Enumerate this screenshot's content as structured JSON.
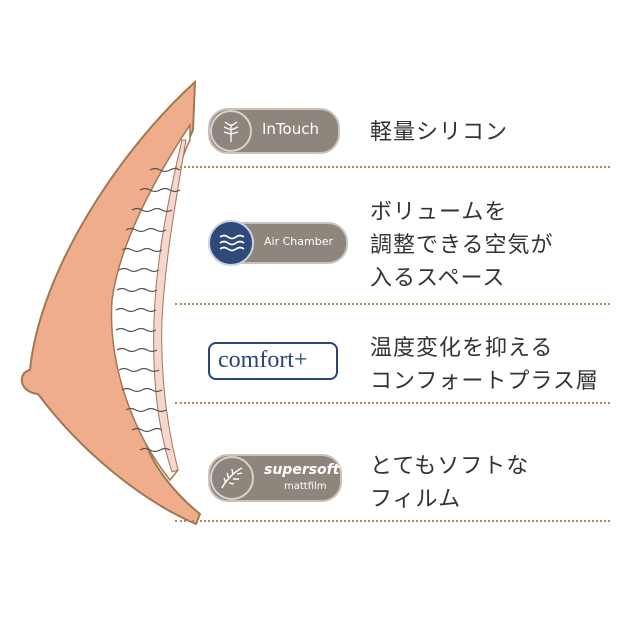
{
  "features": [
    {
      "badge_text": "InTouch",
      "description": "軽量シリコン",
      "icon": "feather-down-icon"
    },
    {
      "badge_text": "Air Chamber",
      "description": "ボリュームを\n調整できる空気が\n入るスペース",
      "icon": "air-wave-icon"
    },
    {
      "badge_text": "comfort+",
      "description": "温度変化を抑える\nコンフォートプラス層",
      "icon": ""
    },
    {
      "badge_text_top": "supersoft",
      "badge_text_bottom": "mattfilm",
      "description": "とてもソフトな\nフィルム",
      "icon": "feather-icon"
    }
  ],
  "colors": {
    "silicone": "#f0ad8c",
    "outline": "#a07855",
    "pill_gray": "#8e857c",
    "air_blue": "#2f4a78",
    "comfort_blue": "#27457a",
    "divider": "#b08a55"
  }
}
